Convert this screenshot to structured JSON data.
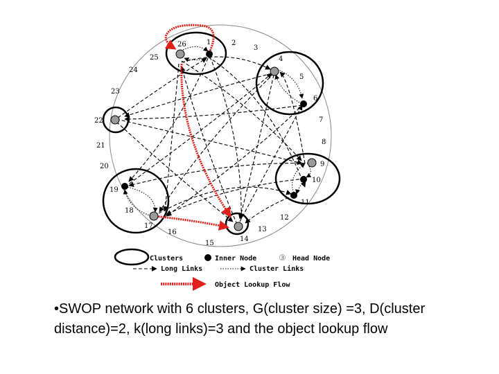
{
  "diagram": {
    "node_labels": {
      "n1": "1",
      "n2": "2",
      "n3": "3",
      "n4": "4",
      "n5": "5",
      "n6": "6",
      "n7": "7",
      "n8": "8",
      "n9": "9",
      "n10": "10",
      "n11": "11",
      "n12": "12",
      "n13": "13",
      "n14": "14",
      "n15": "15",
      "n16": "16",
      "n17": "17",
      "n18": "18",
      "n19": "19",
      "n20": "20",
      "n21": "21",
      "n22": "22",
      "n23": "23",
      "n24": "24",
      "n25": "25",
      "n26": "26"
    },
    "legend": {
      "clusters": "Clusters",
      "inner_node": "Inner Node",
      "head_node_marker": "③",
      "head_node": "Head Node",
      "long_links": "Long Links",
      "cluster_links": "Cluster Links",
      "lookup_flow": "Object Lookup Flow"
    },
    "colors": {
      "lookup_flow": "#e0201b",
      "links": "#000000",
      "head_node_fill": "#9a9a9a"
    }
  },
  "caption": {
    "bullet": "•",
    "text": "SWOP network with 6 clusters, G(cluster size) =3, D(cluster distance)=2, k(long links)=3 and the object lookup flow"
  }
}
